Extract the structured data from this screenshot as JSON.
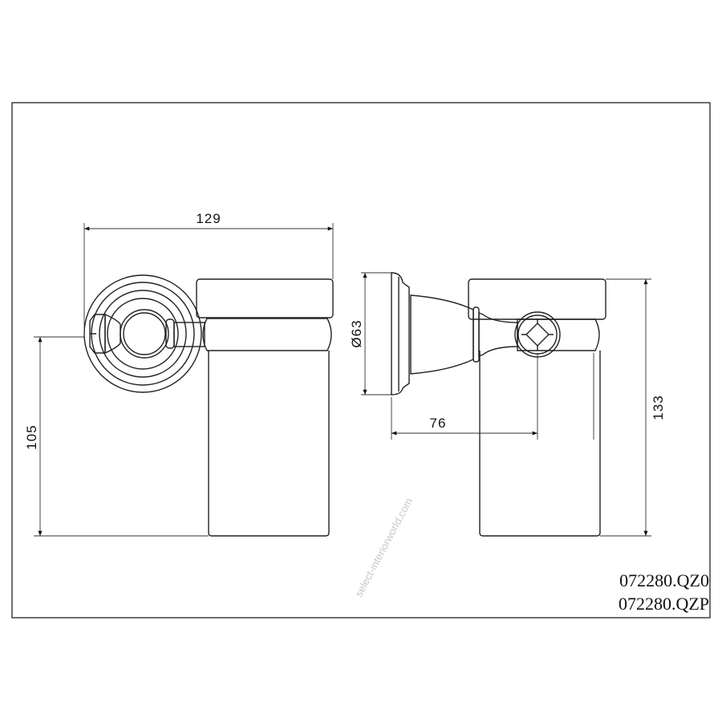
{
  "dimensions": {
    "width_left": "129",
    "height_left": "105",
    "diameter_base": "Ø63",
    "projection": "76",
    "height_right": "133"
  },
  "part_numbers": [
    "072280.QZ0",
    "072280.QZP"
  ],
  "watermark": "select-interiorworld.com"
}
